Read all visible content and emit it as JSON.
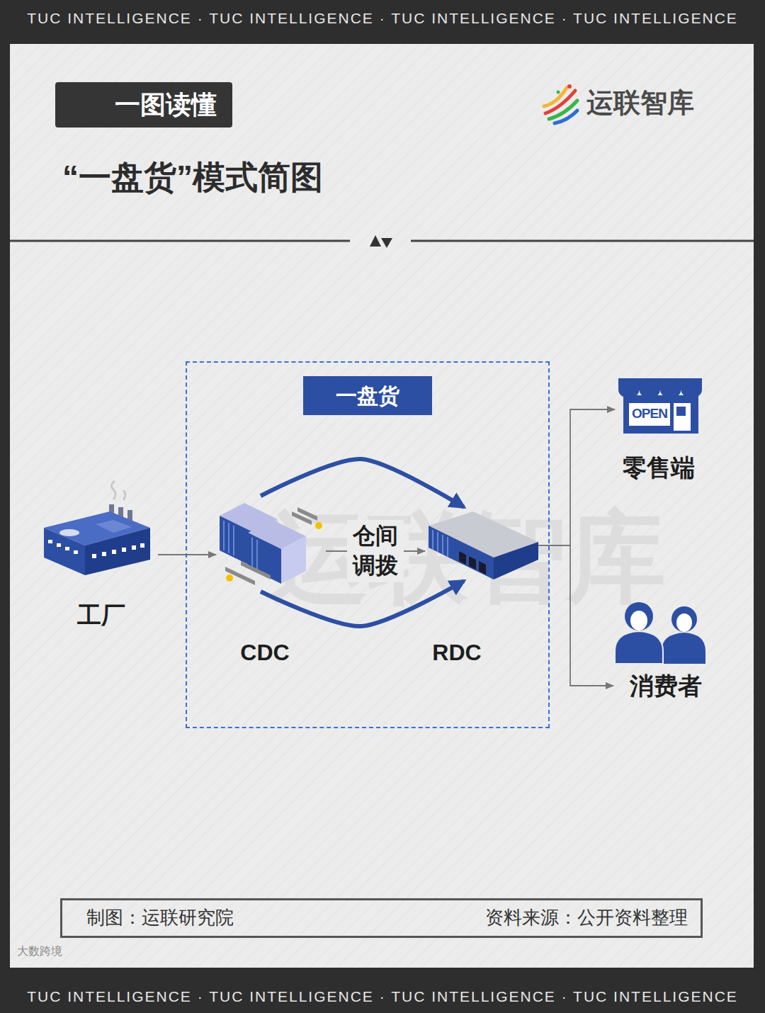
{
  "diagram": {
    "title": "“一盘货”模式简图",
    "nodes": [
      {
        "text": [
          "一图读懂"
        ]
      },
      {
        "text": [
          "工厂"
        ]
      },
      {
        "text": [
          "一盘货"
        ]
      },
      {
        "text": [
          "CDC"
        ],
        "in": 2
      },
      {
        "text": [
          "RDC"
        ],
        "in": 2
      },
      {
        "text": [
          "零售端"
        ]
      },
      {
        "text": [
          "消费者"
        ]
      },
      {
        "text": [
          "制图：运联研究院",
          "资料来源：公开资料整理"
        ]
      }
    ],
    "edges": [
      {
        "from": 1,
        "to": 3,
        "arrow": "to"
      },
      {
        "from": 3,
        "to": 4,
        "label": "仓间 调拨",
        "arrow": "to"
      },
      {
        "from": 3,
        "to": 4,
        "arrow": "to"
      },
      {
        "from": 3,
        "to": 4,
        "arrow": "to"
      },
      {
        "from": 4,
        "to": 5,
        "arrow": "to"
      },
      {
        "from": 4,
        "to": 6,
        "arrow": "to"
      }
    ],
    "labels": [
      "TUC INTELLIGENCE · TUC INTELLIGENCE · TUC INTELLIGENCE · TUC INTELLIGENCE",
      "运联智库",
      "OPEN",
      "运联智库",
      "TUC INTELLIGENCE · TUC INTELLIGENCE · TUC INTELLIGENCE · TUC INTELLIGENCE",
      "大数跨境"
    ]
  }
}
